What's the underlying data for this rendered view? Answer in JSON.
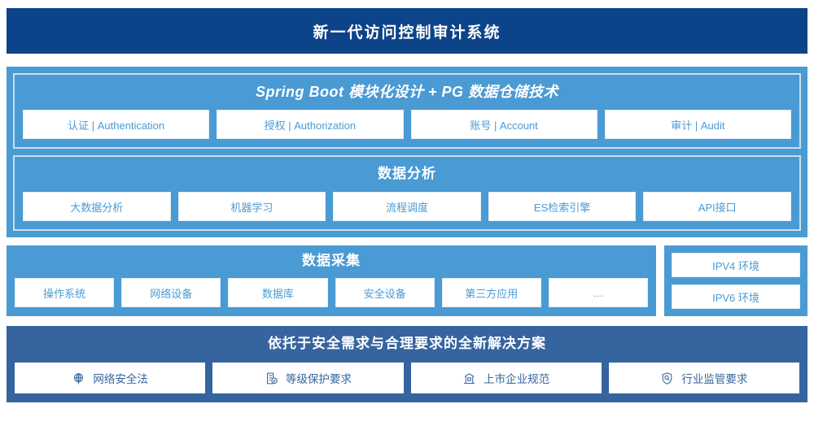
{
  "header": {
    "title": "新一代访问控制审计系统"
  },
  "colors": {
    "header_navy": "#0d4489",
    "panel_blue": "#4a9ad4",
    "bottom_blue": "#36649f",
    "cell_white": "#ffffff",
    "inner_border": "#c9e0f2"
  },
  "platform": {
    "title": "Spring Boot 模块化设计 + PG 数据仓储技术",
    "items": [
      {
        "label": "认证 | Authentication"
      },
      {
        "label": "授权 | Authorization"
      },
      {
        "label": "账号 | Account"
      },
      {
        "label": "审计 | Audit"
      }
    ]
  },
  "analysis": {
    "title": "数据分析",
    "items": [
      {
        "label": "大数据分析"
      },
      {
        "label": "机器学习"
      },
      {
        "label": "流程调度"
      },
      {
        "label": "ES检索引擎"
      },
      {
        "label": "API接口"
      }
    ]
  },
  "collection": {
    "title": "数据采集",
    "items": [
      {
        "label": "操作系统"
      },
      {
        "label": "网络设备"
      },
      {
        "label": "数据库"
      },
      {
        "label": "安全设备"
      },
      {
        "label": "第三方应用"
      },
      {
        "label": "…"
      }
    ]
  },
  "environment": {
    "items": [
      {
        "label": "IPV4 环境"
      },
      {
        "label": "IPV6 环境"
      }
    ]
  },
  "compliance": {
    "title": "依托于安全需求与合理要求的全新解决方案",
    "items": [
      {
        "label": "网络安全法",
        "icon": "globe-icon"
      },
      {
        "label": "等级保护要求",
        "icon": "document-check-icon"
      },
      {
        "label": "上市企业规范",
        "icon": "bank-icon"
      },
      {
        "label": "行业监管要求",
        "icon": "shield-search-icon"
      }
    ]
  }
}
